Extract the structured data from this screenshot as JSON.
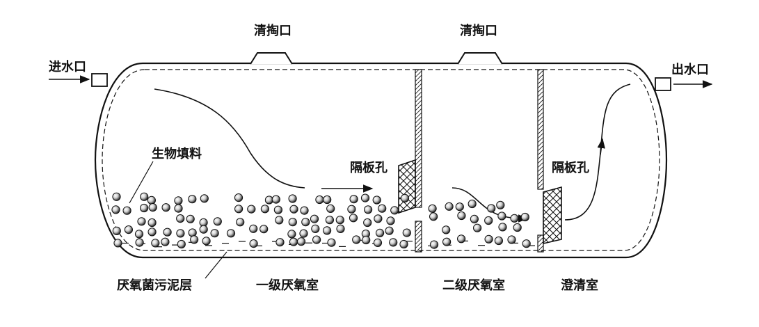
{
  "labels": {
    "cleanout_1": "清掏口",
    "cleanout_2": "清掏口",
    "inlet": "进水口",
    "outlet": "出水口",
    "bio_filler": "生物填料",
    "baffle_hole_1": "隔板孔",
    "baffle_hole_2": "隔板孔",
    "sludge_layer": "厌氧菌污泥层",
    "chamber_1": "一级厌氧室",
    "chamber_2": "二级厌氧室",
    "chamber_3": "澄清室"
  },
  "colors": {
    "line": "#111111",
    "background": "#ffffff"
  }
}
